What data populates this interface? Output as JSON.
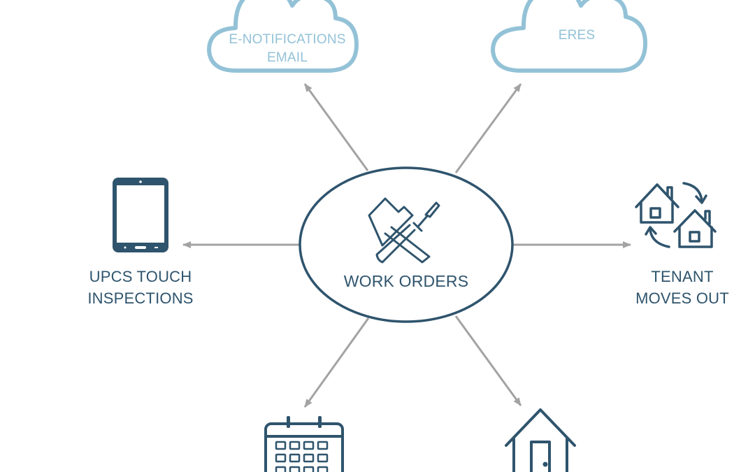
{
  "center": {
    "label": "WORK ORDERS"
  },
  "nodes": {
    "e_notifications": {
      "line1": "E-NOTIFICATIONS",
      "line2": "EMAIL"
    },
    "eres": {
      "line1": "ERES"
    },
    "upcs": {
      "line1": "UPCS TOUCH",
      "line2": "INSPECTIONS"
    },
    "tenant": {
      "line1": "TENANT",
      "line2": "MOVES OUT"
    }
  },
  "icons": {
    "center": "hammer-screwdriver-icon",
    "e_notifications": "cloud-icon",
    "eres": "cloud-icon",
    "upcs": "tablet-icon",
    "tenant": "house-swap-icon",
    "bottom_left": "calendar-icon",
    "bottom_right": "house-icon"
  },
  "colors": {
    "primary": "#2f546d",
    "cloud": "#93c2d7",
    "arrow": "#a3a3a3"
  }
}
